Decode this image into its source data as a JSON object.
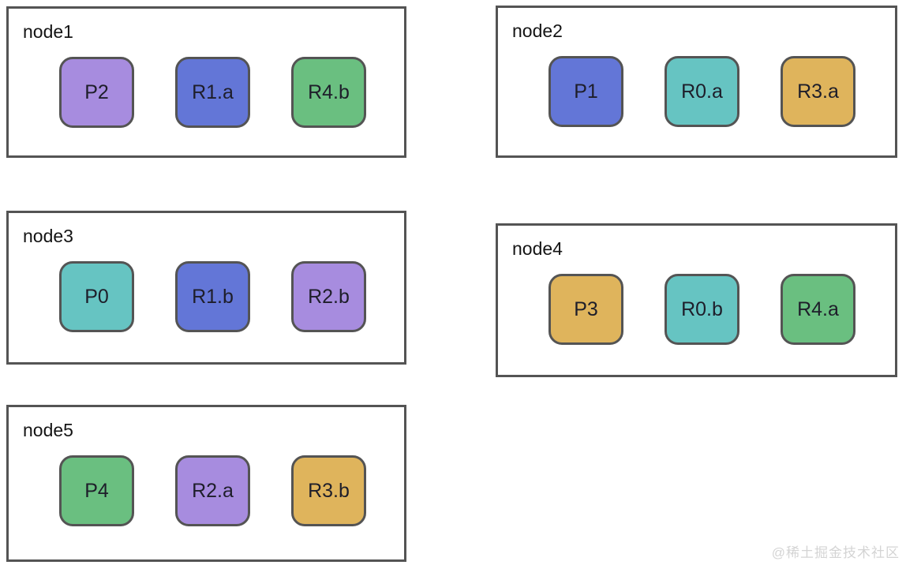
{
  "canvas": {
    "background": "#ffffff"
  },
  "colors": {
    "purple": "#a78cdf",
    "blue": "#6376d7",
    "green": "#6abf80",
    "teal": "#66c4c2",
    "gold": "#dfb45c",
    "outline": "#545454",
    "chip_text": "#1e1e2a",
    "label_text": "#141414",
    "watermark_text": "#d4d4d4"
  },
  "nodes": [
    {
      "label": "node1",
      "chips": [
        {
          "label": "P2",
          "color": "purple"
        },
        {
          "label": "R1.a",
          "color": "blue"
        },
        {
          "label": "R4.b",
          "color": "green"
        }
      ]
    },
    {
      "label": "node2",
      "chips": [
        {
          "label": "P1",
          "color": "blue"
        },
        {
          "label": "R0.a",
          "color": "teal"
        },
        {
          "label": "R3.a",
          "color": "gold"
        }
      ]
    },
    {
      "label": "node3",
      "chips": [
        {
          "label": "P0",
          "color": "teal"
        },
        {
          "label": "R1.b",
          "color": "blue"
        },
        {
          "label": "R2.b",
          "color": "purple"
        }
      ]
    },
    {
      "label": "node4",
      "chips": [
        {
          "label": "P3",
          "color": "gold"
        },
        {
          "label": "R0.b",
          "color": "teal"
        },
        {
          "label": "R4.a",
          "color": "green"
        }
      ]
    },
    {
      "label": "node5",
      "chips": [
        {
          "label": "P4",
          "color": "green"
        },
        {
          "label": "R2.a",
          "color": "purple"
        },
        {
          "label": "R3.b",
          "color": "gold"
        }
      ]
    }
  ],
  "watermark": "@稀土掘金技术社区"
}
